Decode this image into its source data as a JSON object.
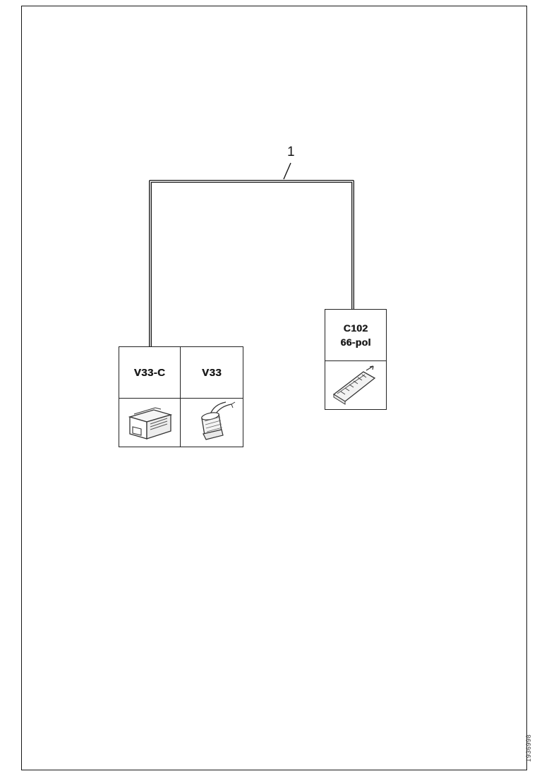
{
  "page": {
    "type": "wiring-harness-diagram",
    "background": "#ffffff",
    "frame_color": "#161616"
  },
  "callout": {
    "label": "1"
  },
  "left_table": {
    "col1_label": "V33-C",
    "col2_label": "V33"
  },
  "right_box": {
    "line1": "C102",
    "line2": "66-pol"
  },
  "footer": {
    "doc_id": "1936998"
  },
  "icons": {
    "v33c": "relay-module-icon",
    "v33": "pigtail-connector-icon",
    "c102": "multi-pin-connector-icon"
  },
  "colors": {
    "cable": "#161616",
    "box_border": "#222222",
    "text": "#1a1a1a"
  }
}
